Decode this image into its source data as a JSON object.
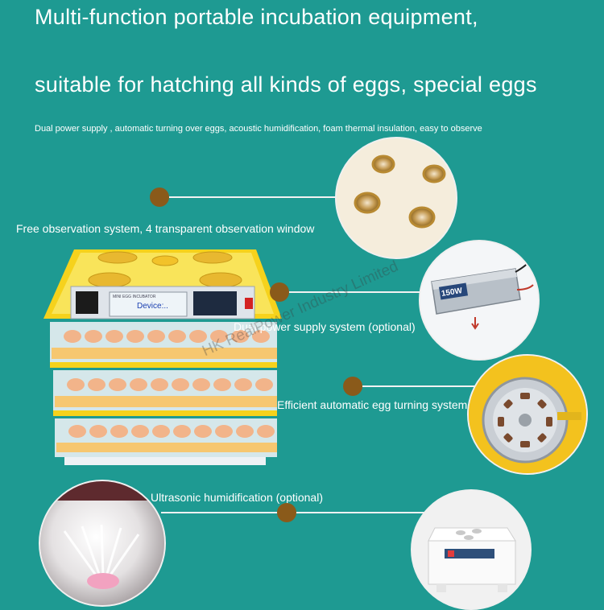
{
  "headline": {
    "line1": "Multi-function portable incubation equipment,",
    "line2": "suitable for hatching all kinds of eggs, special eggs"
  },
  "features_line": "Dual power supply ,  automatic turning over eggs,   acoustic humidification,   foam thermal insulation,   easy to observe",
  "callouts": {
    "observation": "Free observation system, 4 transparent observation window",
    "power": "Dual power supply system (optional)",
    "turning": "Efficient automatic egg turning system",
    "humidification": "Ultrasonic humidification (optional)"
  },
  "incubator": {
    "panel_label": "Device:..",
    "brand_plate": "MINI EGG INCUBATOR"
  },
  "inverter": {
    "label": "150W"
  },
  "watermark": "HK RealPower Industry Limited",
  "colors": {
    "background": "#1e9a92",
    "dot": "#8a5a1a",
    "incubator_yellow": "#f6d21c",
    "egg": "#f2b48a"
  }
}
